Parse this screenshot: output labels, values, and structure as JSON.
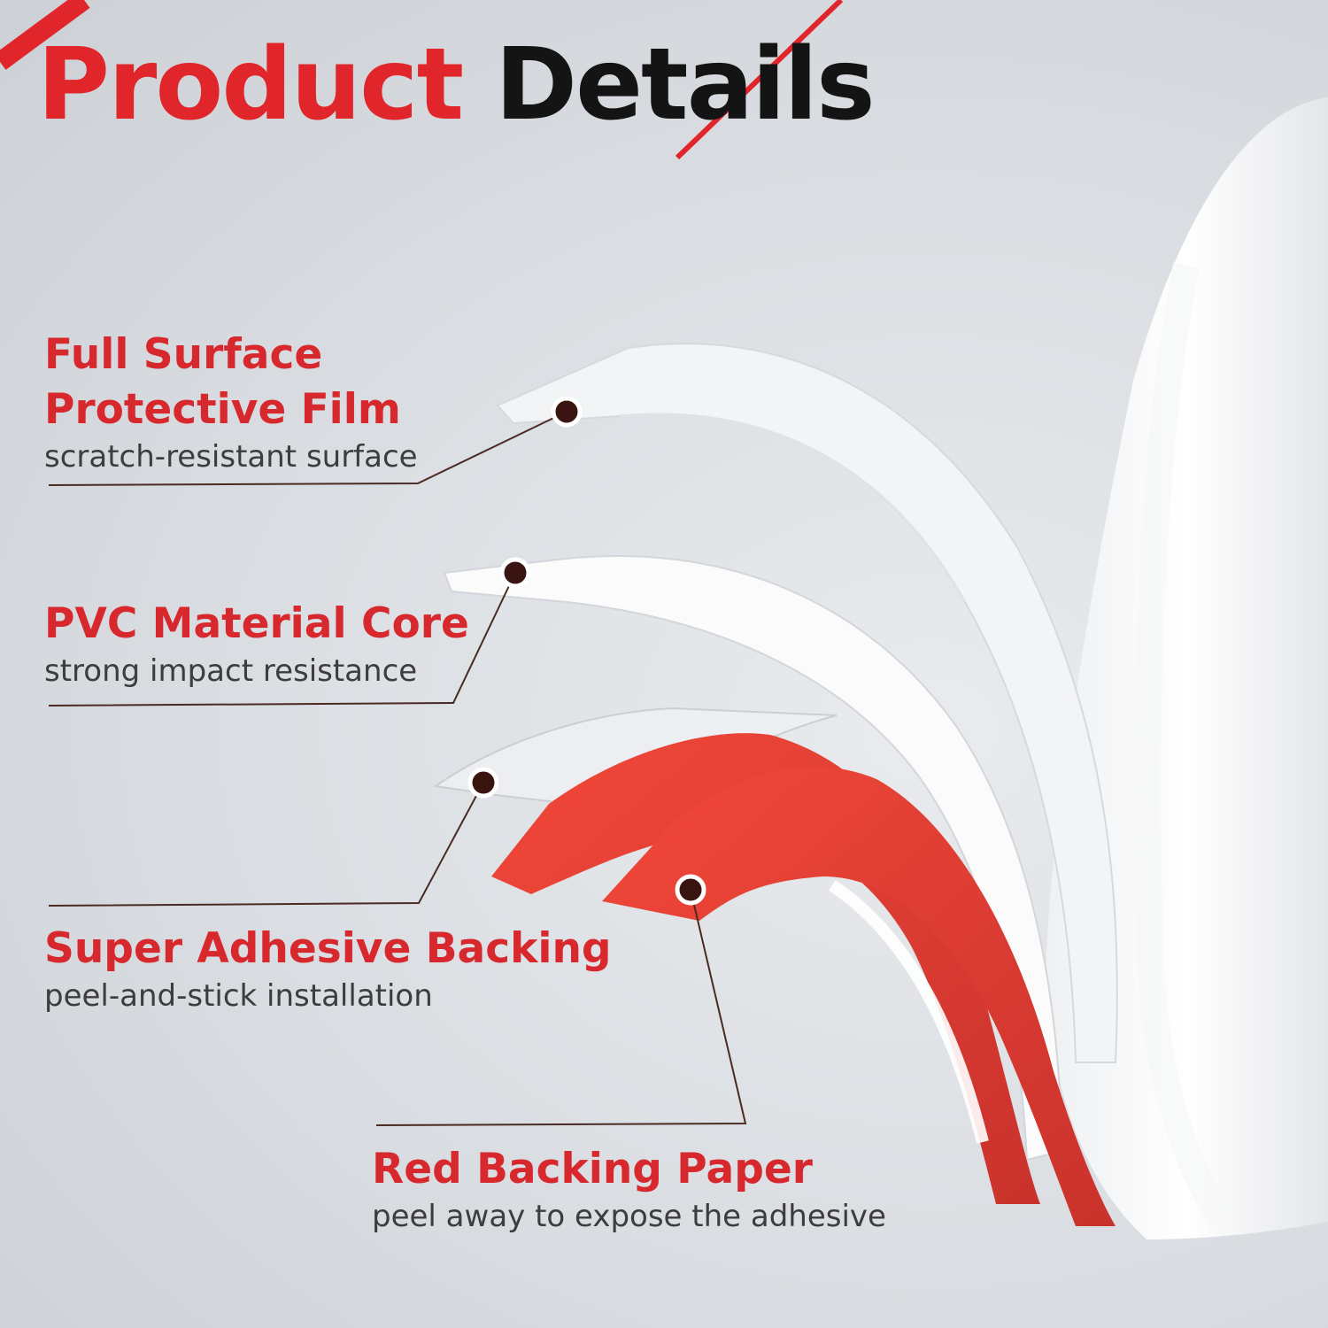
{
  "header": {
    "title_part1": "Product",
    "title_part2": "Details"
  },
  "features": [
    {
      "name_line1": "Full Surface",
      "name_line2": "Protective Film",
      "description": "scratch-resistant surface"
    },
    {
      "name": "PVC Material Core",
      "description": "strong impact resistance"
    },
    {
      "name": "Super Adhesive Backing",
      "description": "peel-and-stick installation"
    },
    {
      "name": "Red Backing Paper",
      "description": "peel away to expose the adhesive"
    }
  ],
  "colors": {
    "accent_red": "#e0262b",
    "label_red": "#d7282d",
    "title_black": "#141414",
    "leader_line": "#4a2a22",
    "marker_dot": "#3a1410"
  },
  "icons": [
    "layered-strip-illustration",
    "marker-dot-icon"
  ]
}
